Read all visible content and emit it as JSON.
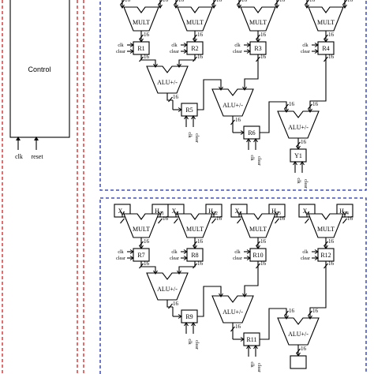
{
  "control": {
    "label": "Control",
    "clk": "clk",
    "reset": "reset"
  },
  "labels": {
    "mult": "MULT",
    "alu": "ALU+/-",
    "clk": "clk",
    "clear": "clear",
    "width": "16"
  },
  "block1": {
    "registers": [
      "R1",
      "R2",
      "R3",
      "R4"
    ],
    "alu_regs": [
      "R5",
      "R6"
    ],
    "output": "Y1"
  },
  "block2": {
    "inputs_x": [
      {
        "base": "X",
        "sub": "1"
      },
      {
        "base": "X",
        "sub": "2"
      },
      {
        "base": "X",
        "sub": "3"
      },
      {
        "base": "X",
        "sub": "4"
      }
    ],
    "inputs_h": [
      {
        "base": "H",
        "sub": "21"
      },
      {
        "base": "H",
        "sub": "22"
      },
      {
        "base": "H",
        "sub": "23"
      },
      {
        "base": "H",
        "sub": "24"
      }
    ],
    "registers": [
      "R7",
      "R8",
      "R10",
      "R12"
    ],
    "alu_regs": [
      "R9",
      "R11"
    ]
  },
  "colors": {
    "red_border": "#d62020",
    "blue_border": "#1f2fb0",
    "line": "#000000"
  }
}
